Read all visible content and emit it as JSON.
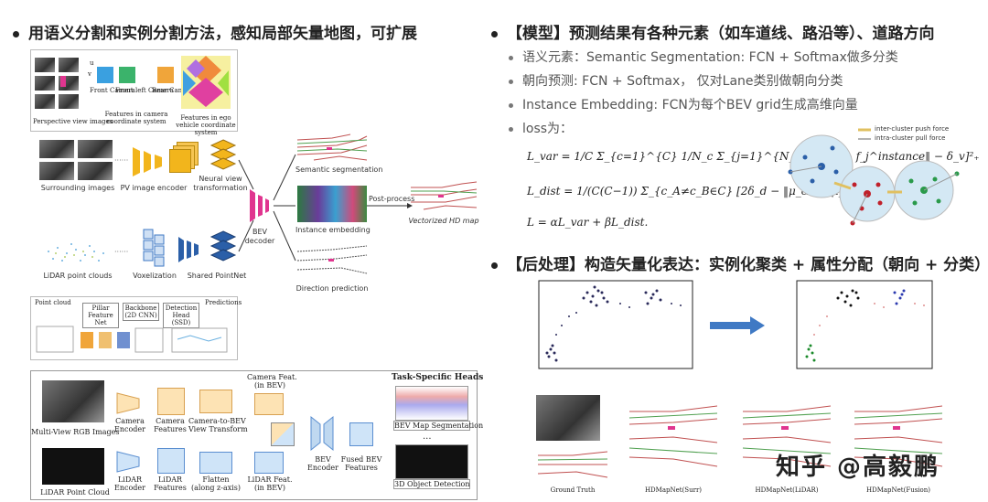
{
  "left": {
    "heading": "用语义分割和实例分割方法，感知局部矢量地图，可扩展",
    "fig_top": {
      "labels": [
        "Perspective view images",
        "Features in camera coordinate system",
        "Features in ego vehicle coordinate system"
      ],
      "cam_labels": [
        "Front Camera",
        "Front left Camera",
        "Rear Camera"
      ],
      "u_label": "u",
      "v_label": "v"
    },
    "fig_mid": {
      "surrounding": "Surrounding images",
      "pv_encoder": "PV image encoder",
      "neural_view": "Neural view\ntransformation",
      "bev_decoder": "BEV\ndecoder",
      "semantic": "Semantic segmentation",
      "instance": "Instance embedding",
      "direction": "Direction prediction",
      "post": "Post-process",
      "vectorized": "Vectorized HD map",
      "lidar": "LiDAR point clouds",
      "voxel": "Voxelization",
      "pointnet": "Shared PointNet"
    },
    "fig_small": {
      "labels": [
        "Point cloud",
        "Pillar Feature Net",
        "Backbone (2D CNN)",
        "Detection Head (SSD)",
        "Predictions"
      ]
    },
    "fig_bottom": {
      "heads_title": "Task-Specific Heads",
      "multi_view": "Multi-View RGB Images",
      "lidar_pc": "LiDAR Point Cloud",
      "cam_enc": "Camera\nEncoder",
      "cam_feat": "Camera\nFeatures",
      "cam_bev": "Camera-to-BEV\nView Transform",
      "cam_feat_bev": "Camera Feat.\n(in BEV)",
      "lidar_enc": "LiDAR\nEncoder",
      "lidar_feat": "LiDAR\nFeatures",
      "flatten": "Flatten\n(along z-axis)",
      "lidar_feat_bev": "LiDAR Feat.\n(in BEV)",
      "bev_enc": "BEV\nEncoder",
      "fused": "Fused BEV\nFeatures",
      "map_seg": "BEV Map Segmentation",
      "det": "3D Object Detection",
      "dots": "..."
    }
  },
  "right": {
    "heading": "【模型】预测结果有各种元素（如车道线、路沿等）、道路方向",
    "items": [
      "语义元素：Semantic Segmentation: FCN + Softmax做多分类",
      "朝向预测: FCN + Softmax，  仅对Lane类别做朝向分类",
      "Instance Embedding: FCN为每个BEV grid生成高维向量",
      "loss为："
    ],
    "loss_var": "L_var = 1/C Σ_{c=1}^{C} 1/N_c Σ_{j=1}^{N_c} [‖μ_c − f_j^instance‖ − δ_v]²₊",
    "loss_dist": "L_dist = 1/(C(C−1)) Σ_{c_A≠c_B∈C} [2δ_d − ‖μ_cA − μ_cB‖]²₊",
    "loss_total": "L = αL_var + βL_dist.",
    "legend": [
      "inter-cluster push force",
      "intra-cluster pull force"
    ],
    "heading2": "【后处理】构造矢量化表达：实例化聚类 + 属性分配（朝向 + 分类）",
    "bottom_labels": [
      "Ground Truth",
      "HDMapNet(Surr)",
      "HDMapNet(LiDAR)",
      "HDMapNet(Fusion)"
    ],
    "watermark": "知乎 @高毅鹏"
  },
  "colors": {
    "yellow": "#f2b51c",
    "blue": "#2b5fa8",
    "pink": "#e0358f",
    "arrow_blue": "#3f79c4"
  }
}
